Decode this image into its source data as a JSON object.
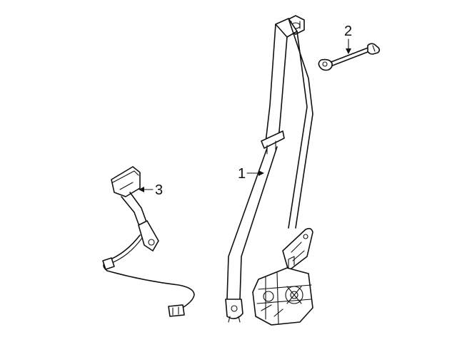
{
  "callouts": {
    "belt_assembly": "1",
    "anchor_cable": "2",
    "buckle": "3"
  },
  "colors": {
    "line": "#111111",
    "background": "#ffffff"
  }
}
